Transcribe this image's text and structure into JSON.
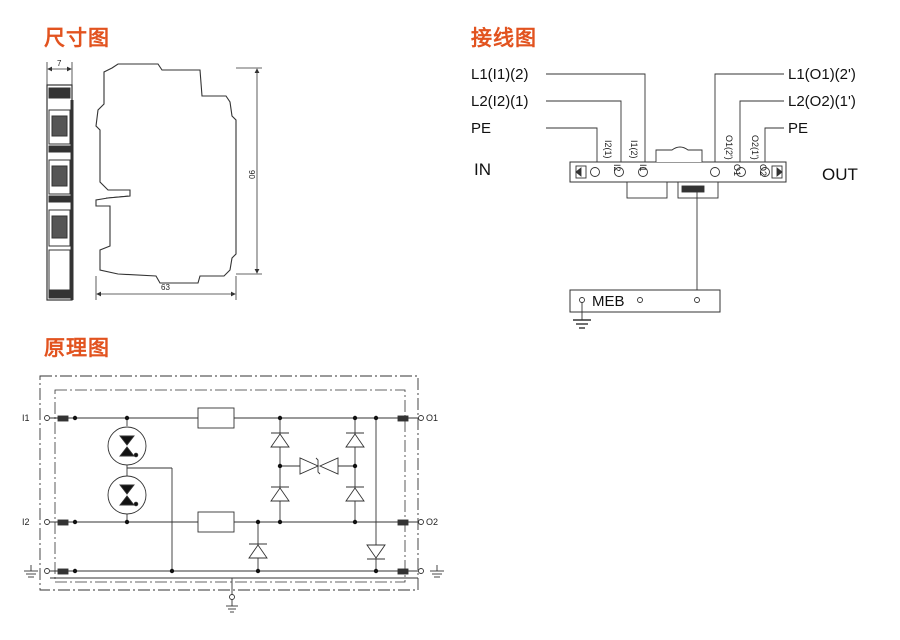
{
  "colors": {
    "title": "#e2531f",
    "line": "#333333",
    "dash": "#555555"
  },
  "sections": {
    "dimensions": {
      "title": "尺寸图",
      "width_top": "7",
      "height": "90",
      "width_bottom": "63"
    },
    "wiring": {
      "title": "接线图",
      "left_labels": [
        "L1(I1)(2)",
        "L2(I2)(1)",
        "PE"
      ],
      "right_labels": [
        "L1(O1)(2')",
        "L2(O2)(1')",
        "PE"
      ],
      "in_label": "IN",
      "out_label": "OUT",
      "meb_label": "MEB",
      "terminals": [
        "I2(1)",
        "I2",
        "I1(2)",
        "I1",
        "O1(2')",
        "O1",
        "O2(1')",
        "O2"
      ]
    },
    "schematic": {
      "title": "原理图",
      "terminals": {
        "i1": "I1",
        "i2": "I2",
        "o1": "O1",
        "o2": "O2"
      }
    }
  }
}
